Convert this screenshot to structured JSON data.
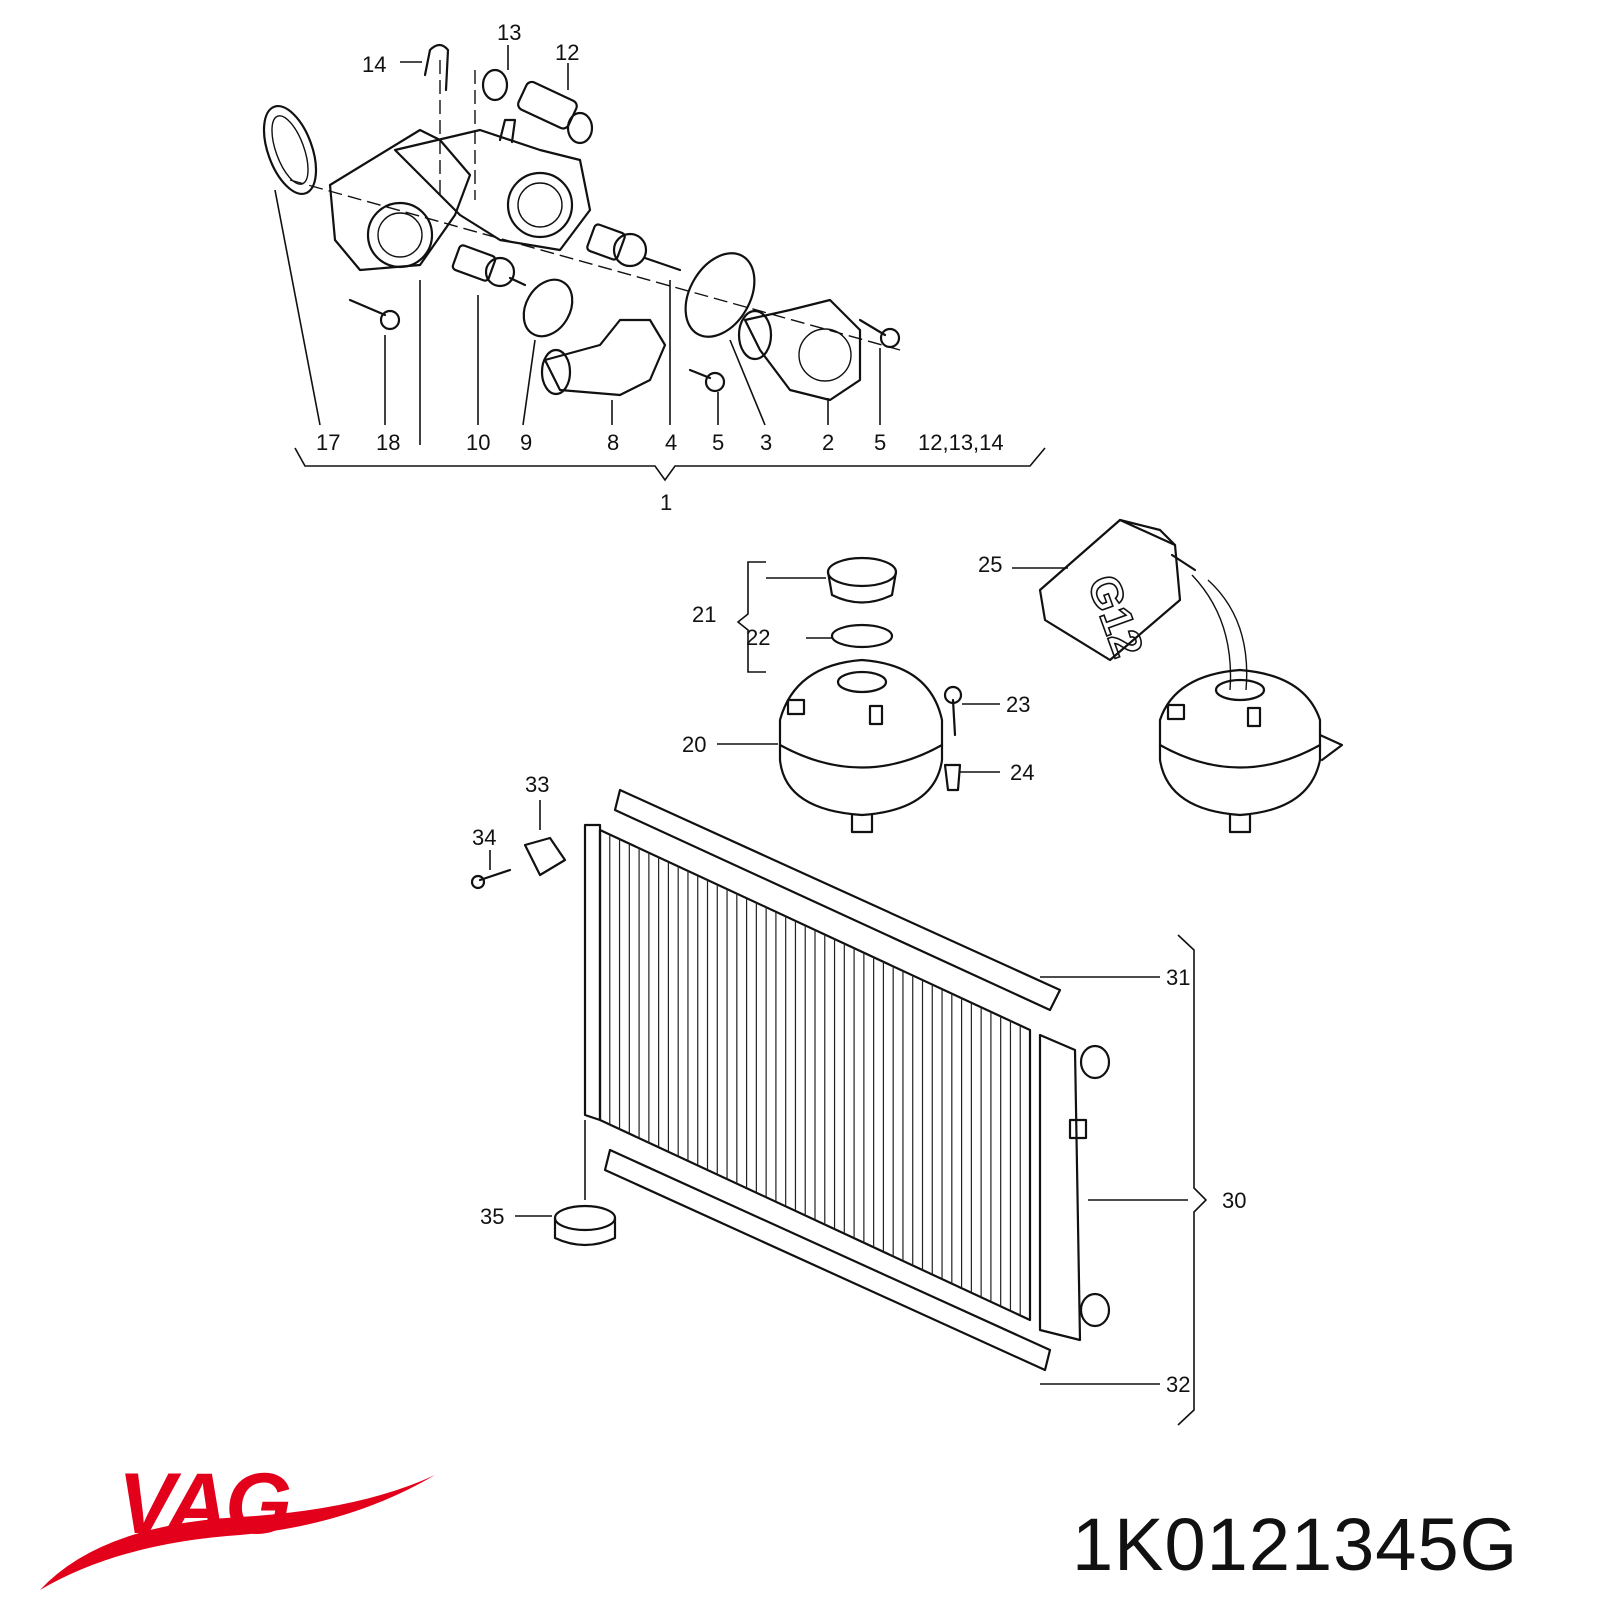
{
  "brand": {
    "name": "VAG",
    "color": "#e3001b"
  },
  "part_number": "1K0121345G",
  "callouts": {
    "thermostat_group": [
      "17",
      "18",
      "10",
      "9",
      "8",
      "4",
      "5",
      "3",
      "2",
      "5",
      "12,13,14"
    ],
    "group_total": "1",
    "top": [
      "14",
      "13",
      "12"
    ],
    "reservoir": [
      "21",
      "22",
      "20",
      "23",
      "24",
      "25"
    ],
    "radiator": [
      "33",
      "34",
      "31",
      "30",
      "32",
      "35"
    ]
  },
  "canister_marking": "G12",
  "icons": [
    "thermostat-housing-icon",
    "expansion-tank-icon",
    "coolant-canister-icon",
    "radiator-icon",
    "vag-logo-icon"
  ]
}
